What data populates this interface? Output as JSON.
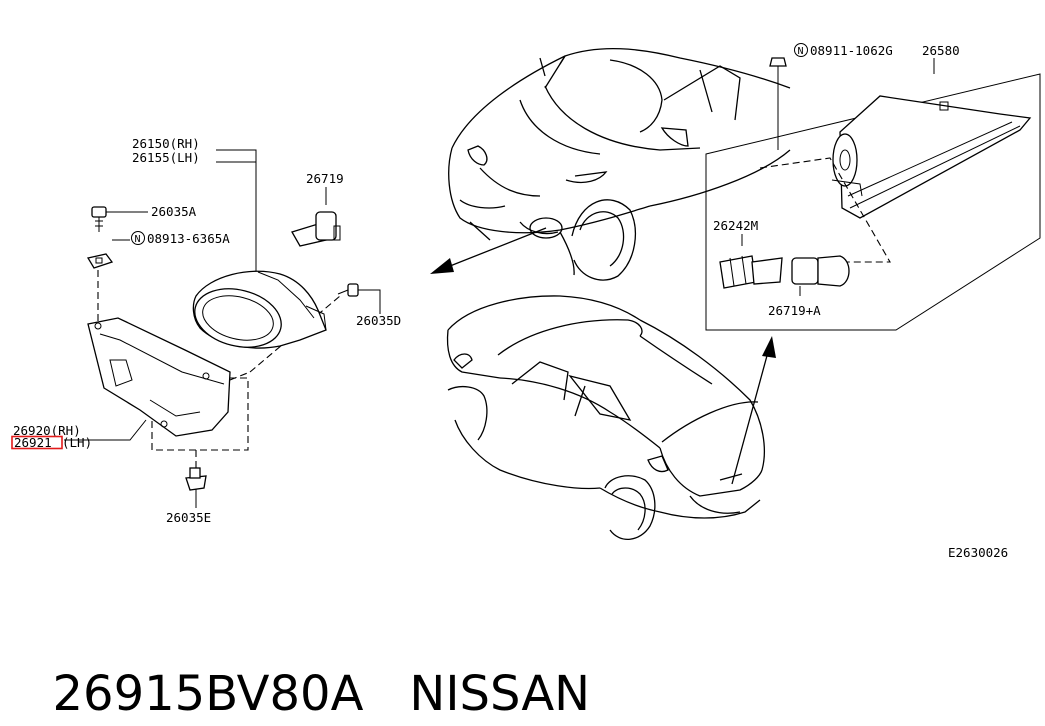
{
  "labels": {
    "p26150": "26150(RH)",
    "p26155": "26155(LH)",
    "p26719": "26719",
    "p26035a": "26035A",
    "n08913": "08913-6365A",
    "p26035d": "26035D",
    "p26920": "26920(RH)",
    "p26921_code": "26921",
    "p26921_side": "(LH)",
    "p26035e": "26035E",
    "n08911": "08911-1062G",
    "p26580": "26580",
    "p26242m": "26242M",
    "p26719a": "26719+A",
    "diagram_code": "E2630026",
    "n_symbol": "N"
  },
  "highlight": {
    "part": "26921",
    "color": "#e31b1b"
  },
  "caption": {
    "part_number": "26915BV80A",
    "brand": "NISSAN"
  }
}
